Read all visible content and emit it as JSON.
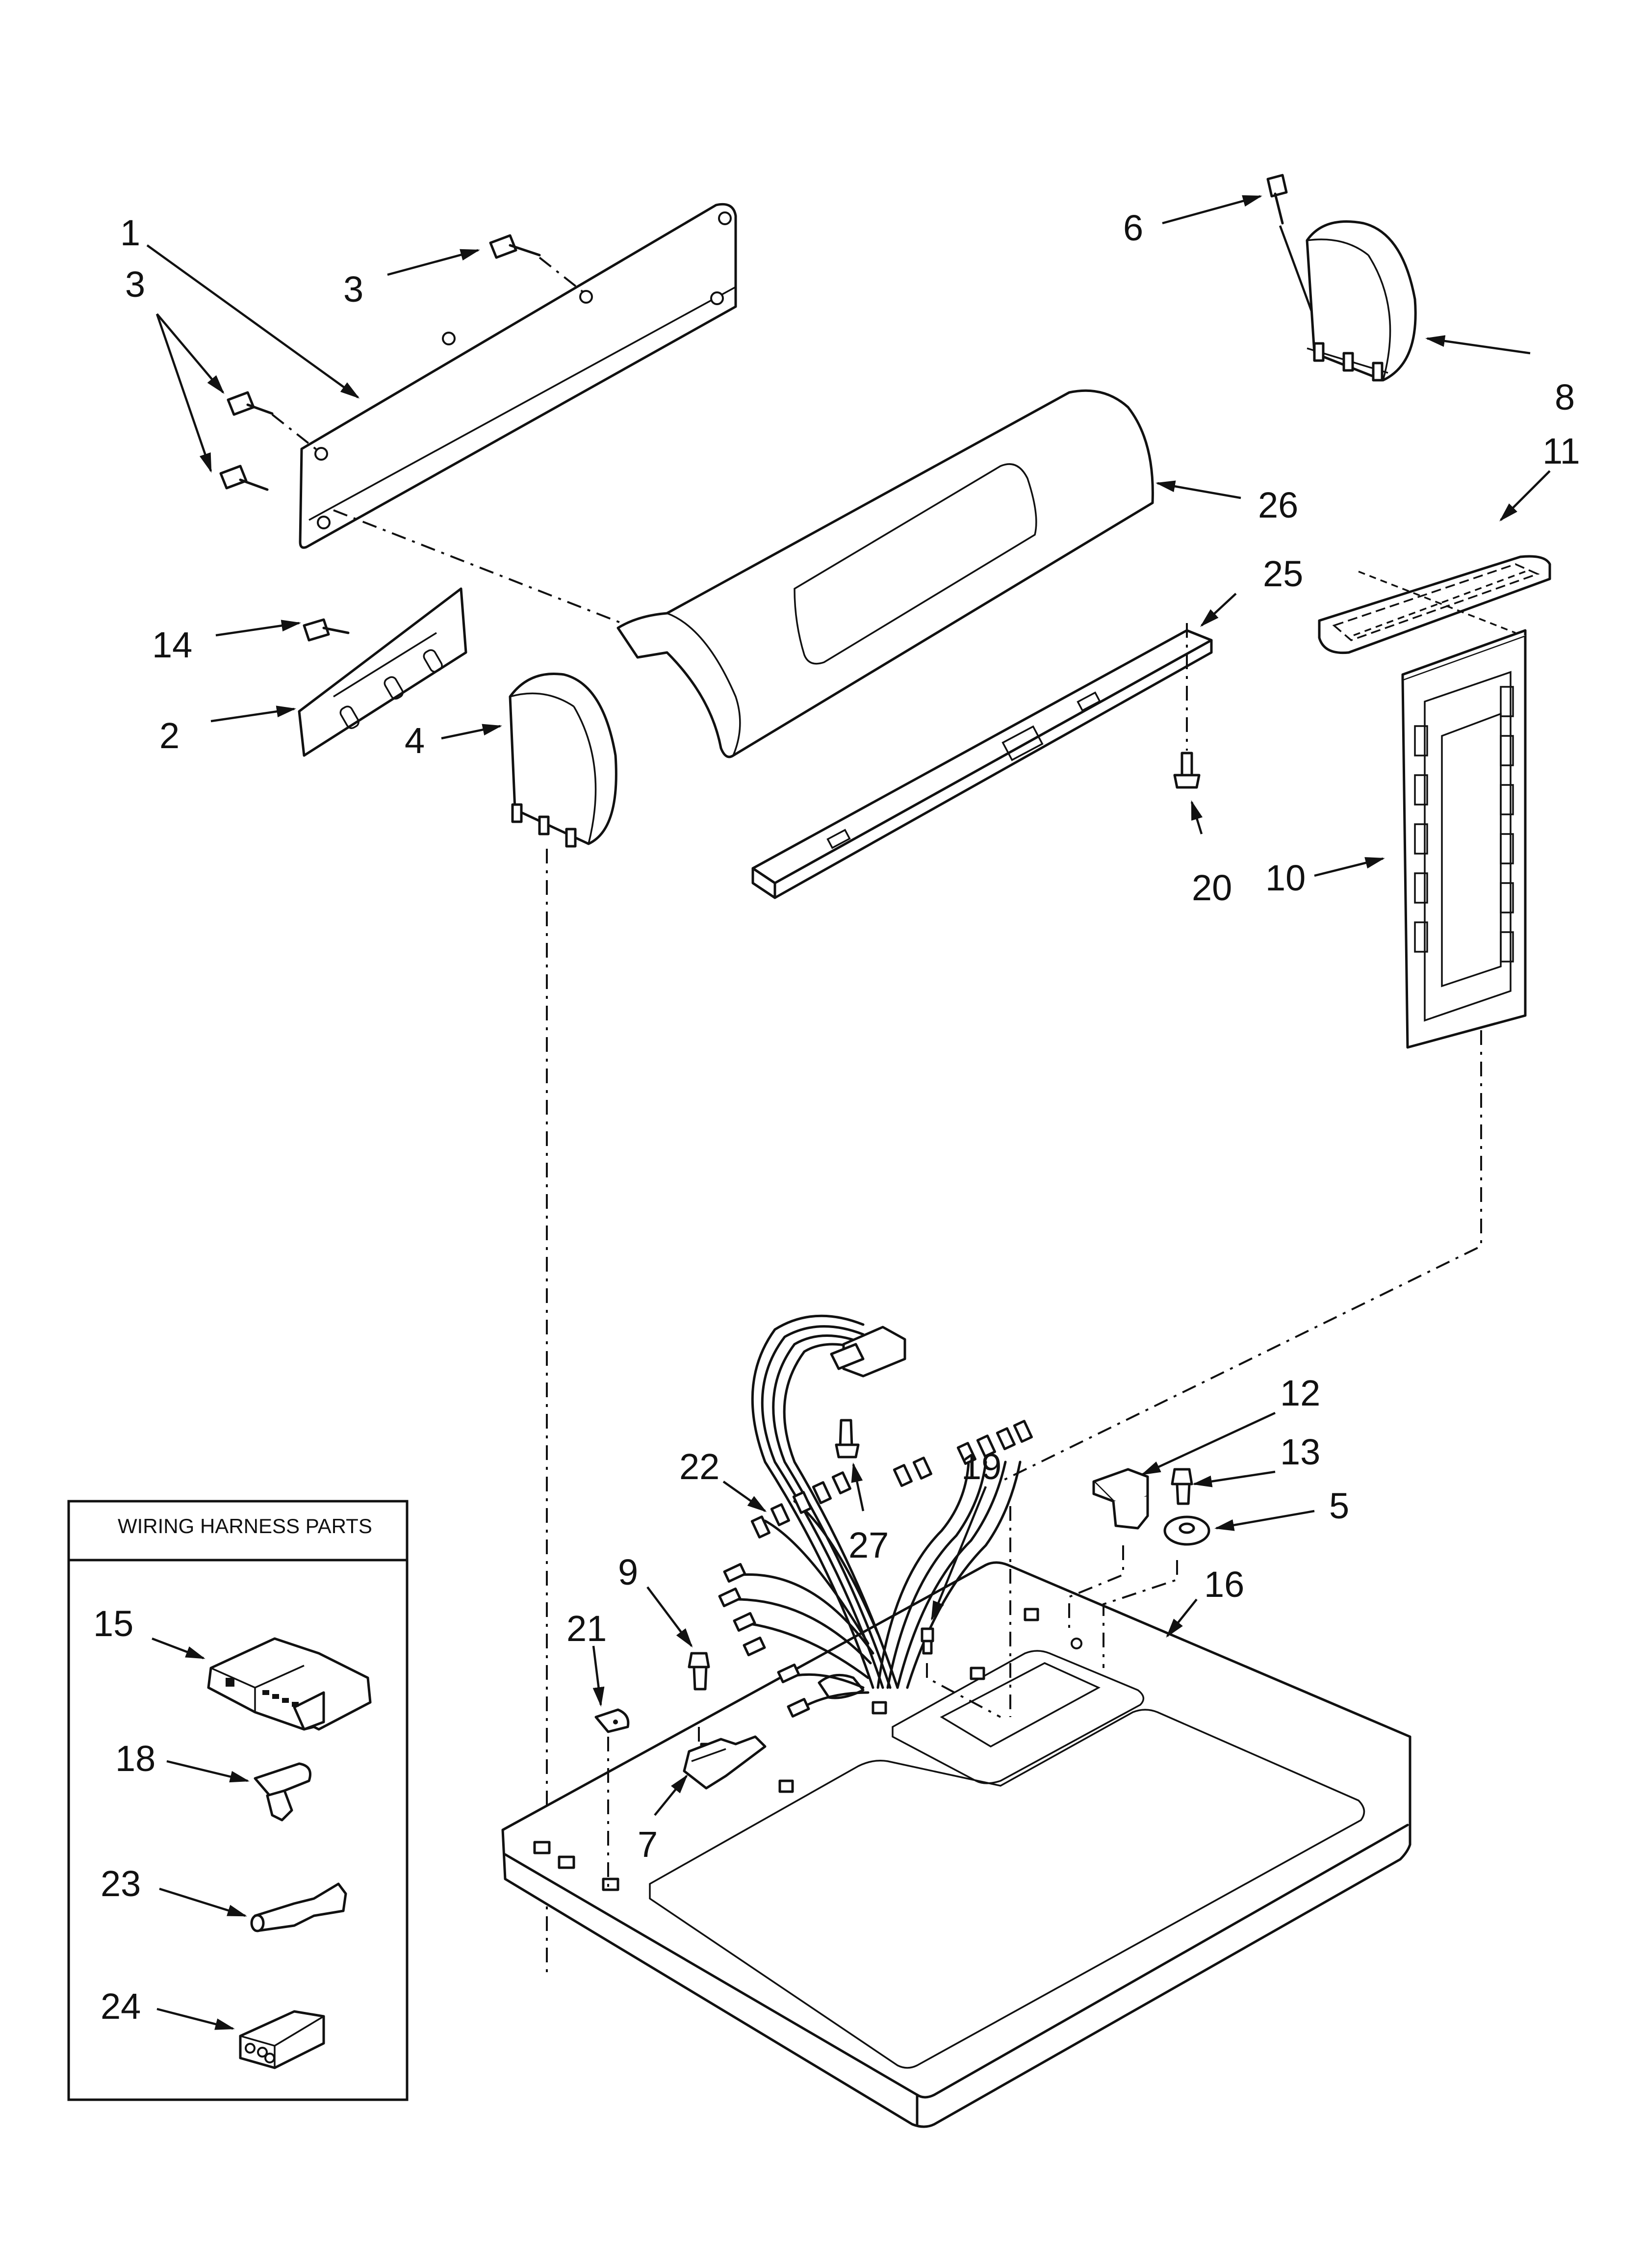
{
  "callouts": {
    "c1": "1",
    "c2": "2",
    "c3a": "3",
    "c3b": "3",
    "c4": "4",
    "c5": "5",
    "c6": "6",
    "c7": "7",
    "c8": "8",
    "c9": "9",
    "c10": "10",
    "c11": "11",
    "c12": "12",
    "c13": "13",
    "c14": "14",
    "c15": "15",
    "c16": "16",
    "c18": "18",
    "c19": "19",
    "c20": "20",
    "c21": "21",
    "c22": "22",
    "c23": "23",
    "c24": "24",
    "c25": "25",
    "c26": "26",
    "c27": "27"
  },
  "wiring_box": {
    "title": "WIRING HARNESS PARTS"
  }
}
